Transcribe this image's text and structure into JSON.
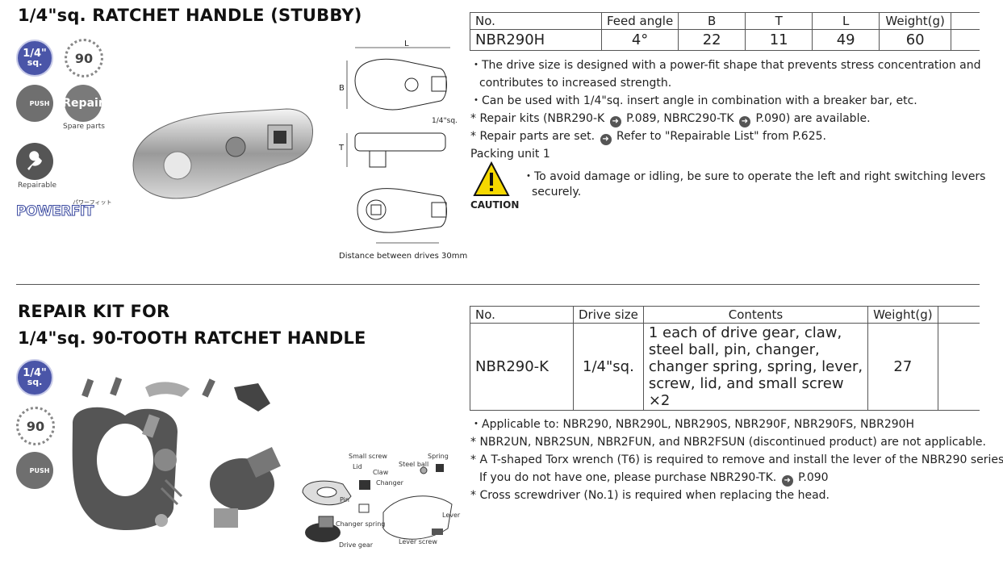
{
  "section1": {
    "title": "1/4\"sq. RATCHET HANDLE (STUBBY)",
    "badges": {
      "size_top": "1/4\"",
      "size_bottom": "sq.",
      "teeth": "90",
      "push": "PUSH",
      "repair": "Repair",
      "repair_caption": "Spare parts",
      "repairable_caption": "Repairable",
      "powerfit": "POWERFIT",
      "powerfit_jp": "パワーフィット"
    },
    "diagram": {
      "dim_l": "L",
      "dim_b": "B",
      "dim_t": "T",
      "drive_label": "1/4\"sq.",
      "caption": "Distance between drives 30mm"
    },
    "table": {
      "headers": [
        "No.",
        "Feed angle",
        "B",
        "T",
        "L",
        "Weight(g)"
      ],
      "row": [
        "NBR290H",
        "4°",
        "22",
        "11",
        "49",
        "60"
      ]
    },
    "notes": {
      "n1a": "・The drive size is designed with a power-fit shape that prevents stress concentration and",
      "n1b": "contributes to increased strength.",
      "n2": "・Can be used with 1/4\"sq. insert angle in combination with a breaker bar, etc.",
      "n3a": "* Repair kits (NBR290-K",
      "n3b": "P.089, NBRC290-TK",
      "n3c": "P.090) are available.",
      "n4a": "* Repair parts are set.",
      "n4b": "Refer to \"Repairable List\" from P.625.",
      "packing": "Packing unit 1"
    },
    "caution": {
      "label": "CAUTION",
      "line1": "・To avoid damage or idling, be sure to operate the left and right switching levers",
      "line2": "securely."
    }
  },
  "section2": {
    "title_line1": "REPAIR KIT FOR",
    "title_line2": "1/4\"sq. 90-TOOTH RATCHET HANDLE",
    "table": {
      "headers": [
        "No.",
        "Drive size",
        "Contents",
        "Weight(g)"
      ],
      "row": {
        "no": "NBR290-K",
        "drive": "1/4\"sq.",
        "contents": [
          "1 each of drive gear, claw,",
          "steel ball, pin, changer,",
          "changer spring, spring, lever,",
          "screw, lid, and small screw",
          "×2"
        ],
        "weight": "27"
      }
    },
    "notes": {
      "n1": "・Applicable to: NBR290, NBR290L, NBR290S, NBR290F, NBR290FS, NBR290H",
      "n2": "* NBR2UN, NBR2SUN, NBR2FUN, and NBR2FSUN (discontinued product) are not applicable.",
      "n3": "* A T-shaped Torx wrench (T6) is required to remove and install the lever of the NBR290 series.",
      "n4a": "If you do not have one, please purchase NBR290-TK.",
      "n4b": "P.090",
      "n5": "* Cross screwdriver (No.1) is required when replacing the head."
    },
    "parts_labels": {
      "small_screw": "Small screw",
      "lid": "Lid",
      "claw": "Claw",
      "steel_ball": "Steel ball",
      "spring": "Spring",
      "changer": "Changer",
      "pin": "Pin",
      "changer_spring": "Changer spring",
      "drive_gear": "Drive gear",
      "lever": "Lever",
      "lever_screw": "Lever screw"
    }
  }
}
